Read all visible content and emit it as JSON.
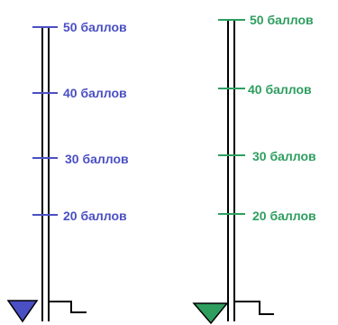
{
  "scales": [
    {
      "id": "blue",
      "color": "#4a4fc4",
      "marker_icon": "triangle-down-icon",
      "ticks": [
        {
          "label": "50 баллов"
        },
        {
          "label": "40 баллов"
        },
        {
          "label": "30 баллов"
        },
        {
          "label": "20 баллов"
        }
      ]
    },
    {
      "id": "green",
      "color": "#2e9e5f",
      "marker_icon": "triangle-down-icon",
      "ticks": [
        {
          "label": "50 баллов"
        },
        {
          "label": "40 баллов"
        },
        {
          "label": "30 баллов"
        },
        {
          "label": "20 баллов"
        }
      ]
    }
  ]
}
